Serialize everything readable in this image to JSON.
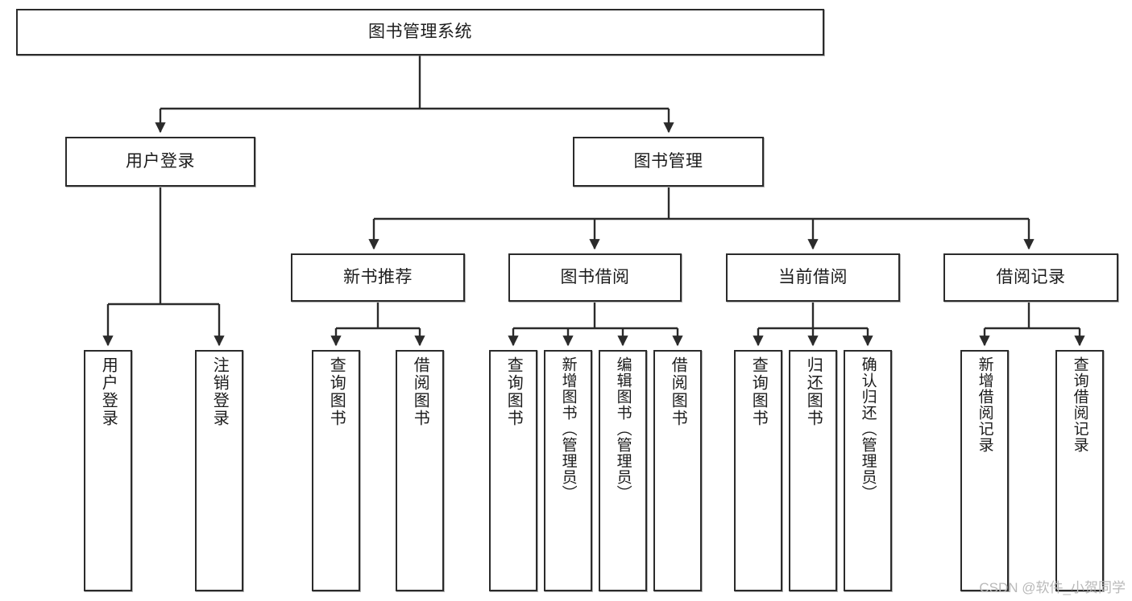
{
  "diagram": {
    "type": "hierarchy-tree",
    "title": "图书管理系统",
    "watermark": "CSDN @软件_小贺同学",
    "colors": {
      "box_border": "#2b2b2b",
      "box_fill": "#ffffff",
      "connector": "#2b2b2b",
      "text": "#1c1c1c",
      "watermark": "#b9b9b9"
    },
    "levels": {
      "root": {
        "label": "图书管理系统"
      },
      "level2": [
        {
          "label": "用户登录"
        },
        {
          "label": "图书管理"
        }
      ],
      "level3": [
        {
          "label": "新书推荐"
        },
        {
          "label": "图书借阅"
        },
        {
          "label": "当前借阅"
        },
        {
          "label": "借阅记录"
        }
      ],
      "leaves": {
        "user_login": [
          {
            "label": "用户登录"
          },
          {
            "label": "注销登录"
          }
        ],
        "new_book_recommend": [
          {
            "label": "查询图书"
          },
          {
            "label": "借阅图书"
          }
        ],
        "book_borrow": [
          {
            "label": "查询图书"
          },
          {
            "label": "新增图书（管理员）"
          },
          {
            "label": "编辑图书（管理员）"
          },
          {
            "label": "借阅图书"
          }
        ],
        "current_borrow": [
          {
            "label": "查询图书"
          },
          {
            "label": "归还图书"
          },
          {
            "label": "确认归还（管理员）"
          }
        ],
        "borrow_record": [
          {
            "label": "新增借阅记录"
          },
          {
            "label": "查询借阅记录"
          }
        ]
      }
    }
  }
}
